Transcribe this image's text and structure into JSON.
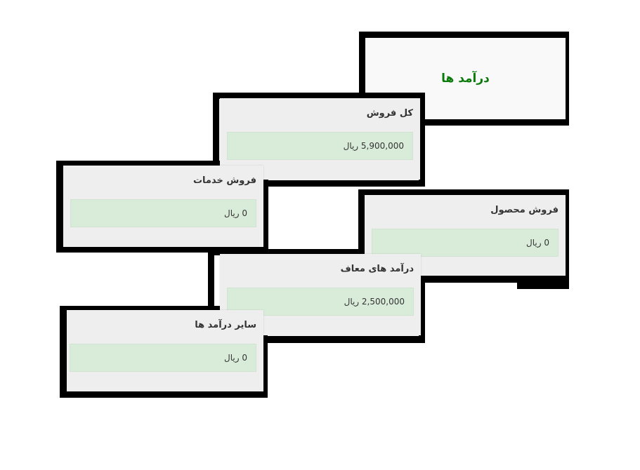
{
  "section_title": "درآمد ها",
  "colors": {
    "title": "#0a7a0a",
    "value_bg": "#d9ecd9",
    "card_bg": "#eeeeee"
  },
  "cards": [
    {
      "label": "کل فروش",
      "value": "5,900,000 ریال"
    },
    {
      "label": "فروش خدمات",
      "value": "0 ریال"
    },
    {
      "label": "فروش محصول",
      "value": "0 ریال"
    },
    {
      "label": "درآمد های معاف",
      "value": "2,500,000 ریال"
    },
    {
      "label": "سایر درآمد ها",
      "value": "0 ریال"
    }
  ]
}
